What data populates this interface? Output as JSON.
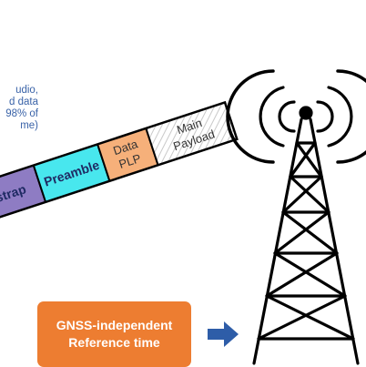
{
  "note": {
    "lines": [
      "udio,",
      "d data",
      "98% of",
      "me)"
    ]
  },
  "frame": {
    "segments": [
      {
        "lines": [
          "otstrap"
        ],
        "color": "#8e7cc3"
      },
      {
        "lines": [
          "Preamble"
        ],
        "color": "#48e7ee"
      },
      {
        "lines": [
          "Data",
          "PLP"
        ],
        "color": "#f6b07a"
      },
      {
        "lines": [
          "Main",
          "Payload"
        ],
        "color": "#ffffff",
        "hatched": true
      }
    ]
  },
  "reference_box": {
    "lines": [
      "GNSS-independent",
      "Reference time"
    ],
    "color": "#ed7d31"
  },
  "arrow": {
    "icon": "right-arrow-icon",
    "color": "#2e5da8"
  },
  "tower": {
    "icon": "broadcast-tower-icon",
    "color": "#000000"
  }
}
